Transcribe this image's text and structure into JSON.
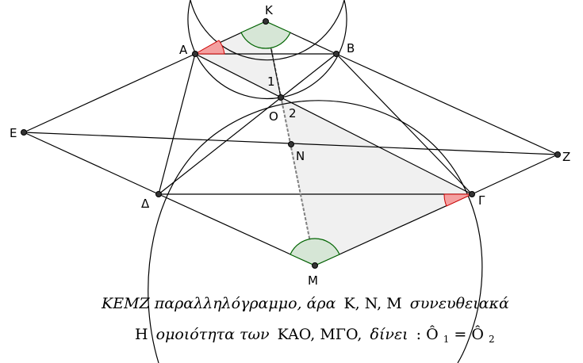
{
  "points": {
    "K": {
      "label": "K"
    },
    "A": {
      "label": "A"
    },
    "B": {
      "label": "B"
    },
    "O": {
      "label": "O"
    },
    "E": {
      "label": "E"
    },
    "N": {
      "label": "N"
    },
    "Z": {
      "label": "Z"
    },
    "D": {
      "label": "Δ"
    },
    "G": {
      "label": "Γ"
    },
    "M": {
      "label": "M"
    }
  },
  "angle_labels": {
    "one": "1",
    "two": "2"
  },
  "caption": {
    "line1_a": "KEMZ παραλληλόγραμμο, άρα",
    "line1_b": "K, N, M",
    "line1_c": "συνευθειακά",
    "line2_a": "H",
    "line2_b": "ομοιότητα των",
    "line2_c": "KAO, MΓO,",
    "line2_d": "δίνει",
    "line2_e": ": Ô",
    "line2_f": "1",
    "line2_g": " = Ô",
    "line2_h": "2"
  },
  "colors": {
    "stroke": "#000000",
    "triangle_fill": "#e8e8e8",
    "red_angle": "#f4a0a0",
    "red_angle_stroke": "#cc0000",
    "green_angle": "#d6e6d6",
    "green_angle_stroke": "#006400",
    "dashed": "#808080"
  }
}
